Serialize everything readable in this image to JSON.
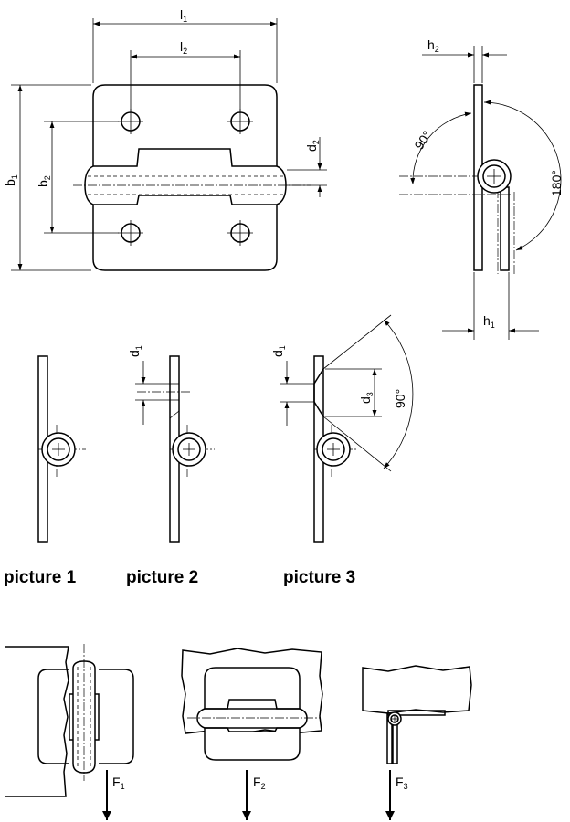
{
  "dimensions": {
    "l1": {
      "base": "l",
      "sub": "1"
    },
    "l2": {
      "base": "l",
      "sub": "2"
    },
    "b1": {
      "base": "b",
      "sub": "1"
    },
    "b2": {
      "base": "b",
      "sub": "2"
    },
    "d2": {
      "base": "d",
      "sub": "2"
    },
    "h2": {
      "base": "h",
      "sub": "2"
    },
    "h1": {
      "base": "h",
      "sub": "1"
    },
    "d1_pic2": {
      "base": "d",
      "sub": "1"
    },
    "d1_pic3": {
      "base": "d",
      "sub": "1"
    },
    "d3": {
      "base": "d",
      "sub": "3"
    }
  },
  "angles": {
    "open_90": "90°",
    "open_180": "180°",
    "countersink_90": "90°"
  },
  "captions": {
    "picture1": "picture 1",
    "picture2": "picture 2",
    "picture3": "picture 3"
  },
  "forces": {
    "f1": {
      "base": "F",
      "sub": "1"
    },
    "f2": {
      "base": "F",
      "sub": "2"
    },
    "f3": {
      "base": "F",
      "sub": "3"
    }
  }
}
